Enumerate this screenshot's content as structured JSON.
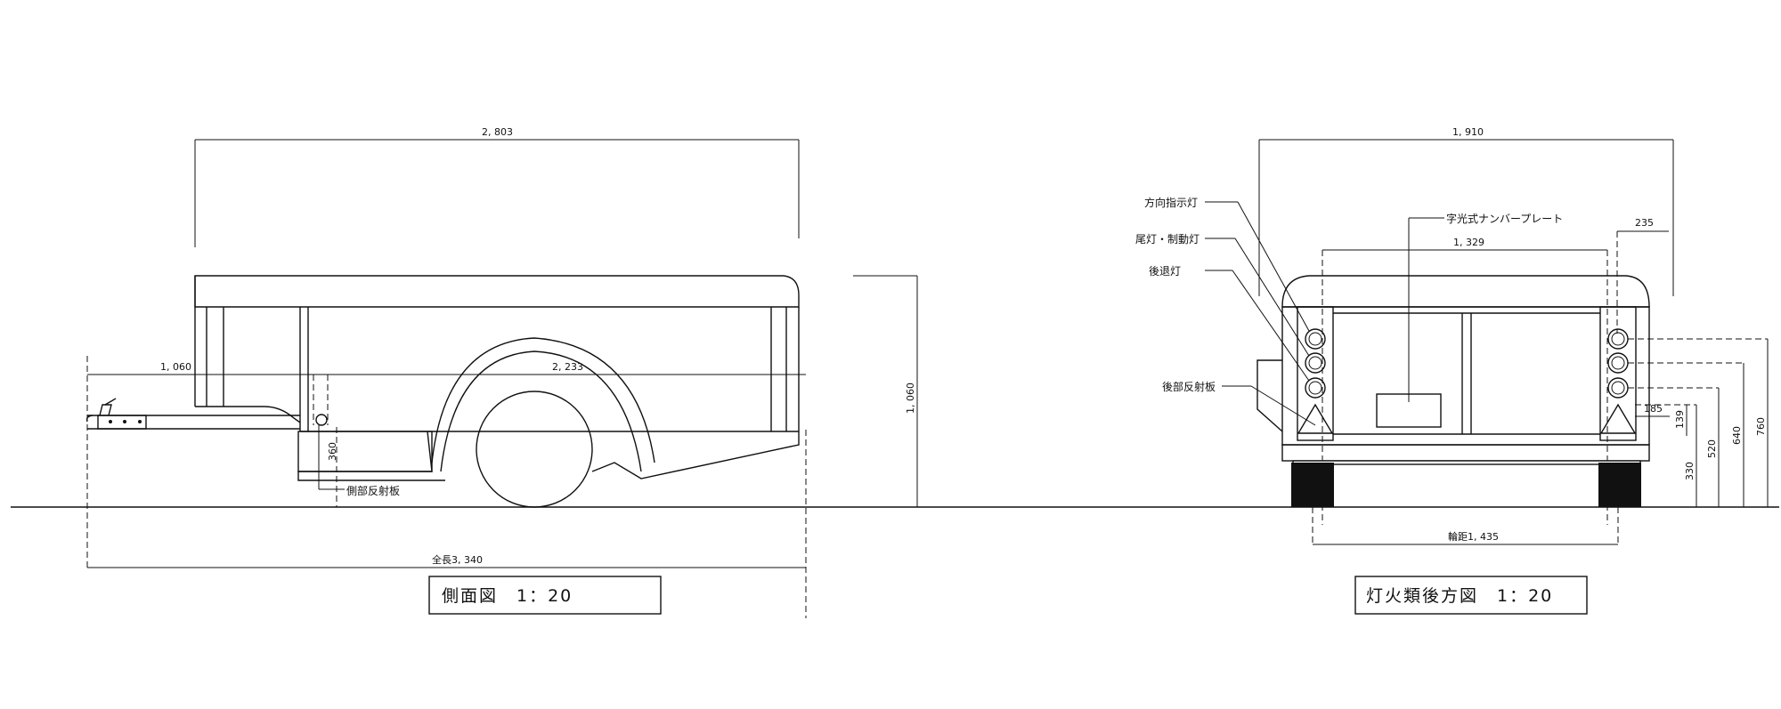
{
  "side_view": {
    "title": "側面図　1：20",
    "dims": {
      "top_length": "2, 803",
      "front_overhang": "1, 060",
      "axle_to_rear": "2, 233",
      "height": "1, 060",
      "reflector_height": "360",
      "overall_length": "全長3, 340"
    },
    "labels": {
      "side_reflector": "側部反射板"
    }
  },
  "rear_view": {
    "title": "灯火類後方図　1：20",
    "dims": {
      "overall_width": "1, 910",
      "inner_width": "1, 329",
      "lamp_offset": "235",
      "track": "輪距1, 435",
      "h185": "185",
      "h139": "139",
      "h330": "330",
      "h520": "520",
      "h640": "640",
      "h760": "760"
    },
    "labels": {
      "turn_signal": "方向指示灯",
      "tail_brake": "尾灯・制動灯",
      "reverse": "後退灯",
      "rear_reflector": "後部反射板",
      "plate": "字光式ナンバープレート"
    }
  }
}
